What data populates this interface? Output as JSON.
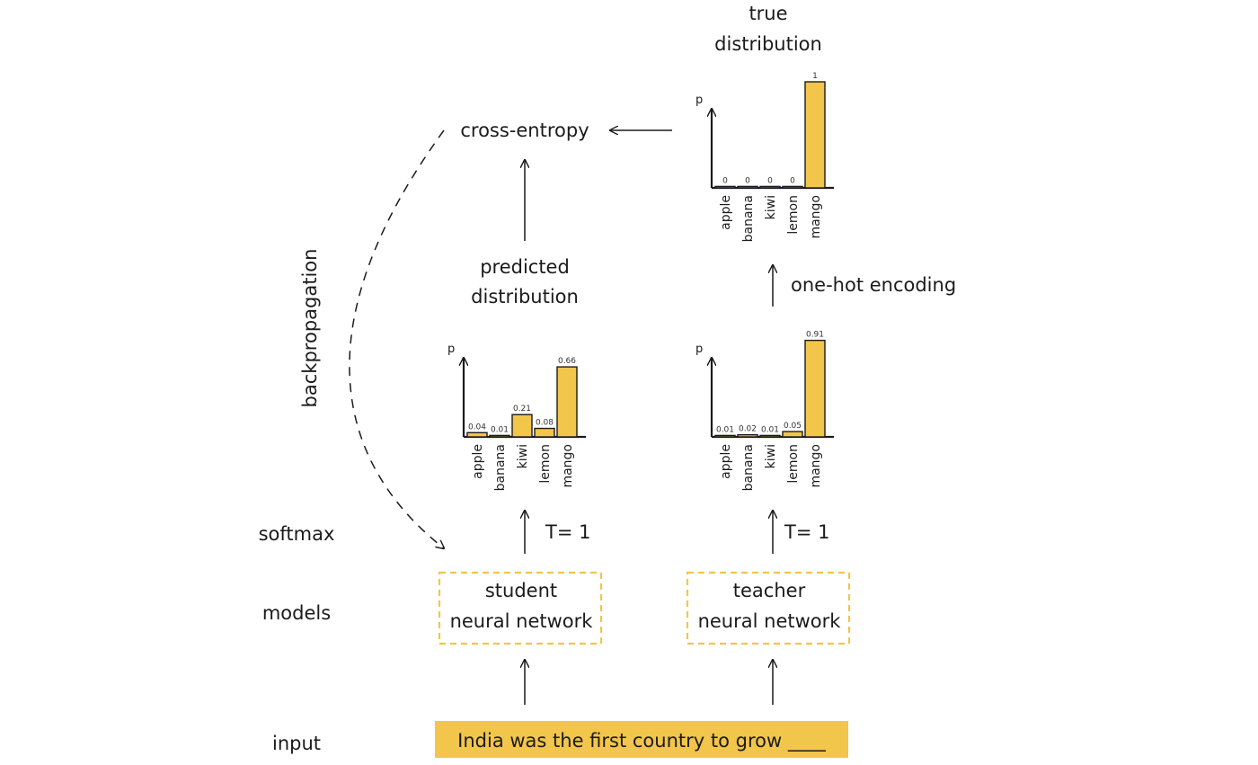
{
  "row_labels": {
    "softmax": "softmax",
    "models": "models",
    "input": "input"
  },
  "backprop_label": "backpropagation",
  "cross_entropy_label": "cross-entropy",
  "one_hot_label": "one-hot encoding",
  "student_temperature": "T= 1",
  "teacher_temperature": "T= 1",
  "student_model": {
    "line1": "student",
    "line2": "neural network"
  },
  "teacher_model": {
    "line1": "teacher",
    "line2": "neural network"
  },
  "input_sentence": "India was the first country to grow ____",
  "colors": {
    "bar": "#f2c54b",
    "bar_stroke": "#1b1b1b",
    "model_border": "#f2c54b",
    "input_fill": "#f2c54b"
  },
  "chart_data": [
    {
      "type": "bar",
      "title_lines": [
        "predicted",
        "distribution"
      ],
      "ylabel": "p",
      "categories": [
        "apple",
        "banana",
        "kiwi",
        "lemon",
        "mango"
      ],
      "values": [
        0.04,
        0.01,
        0.21,
        0.08,
        0.66
      ],
      "value_labels": [
        "0.04",
        "0.01",
        "0.21",
        "0.08",
        "0.66"
      ],
      "ylim": [
        0,
        1
      ]
    },
    {
      "type": "bar",
      "title_lines": [],
      "ylabel": "p",
      "categories": [
        "apple",
        "banana",
        "kiwi",
        "lemon",
        "mango"
      ],
      "values": [
        0.01,
        0.02,
        0.01,
        0.05,
        0.91
      ],
      "value_labels": [
        "0.01",
        "0.02",
        "0.01",
        "0.05",
        "0.91"
      ],
      "ylim": [
        0,
        1
      ]
    },
    {
      "type": "bar",
      "title_lines": [
        "true",
        "distribution"
      ],
      "ylabel": "p",
      "categories": [
        "apple",
        "banana",
        "kiwi",
        "lemon",
        "mango"
      ],
      "values": [
        0,
        0,
        0,
        0,
        1
      ],
      "value_labels": [
        "0",
        "0",
        "0",
        "0",
        "1"
      ],
      "ylim": [
        0,
        1
      ]
    }
  ]
}
